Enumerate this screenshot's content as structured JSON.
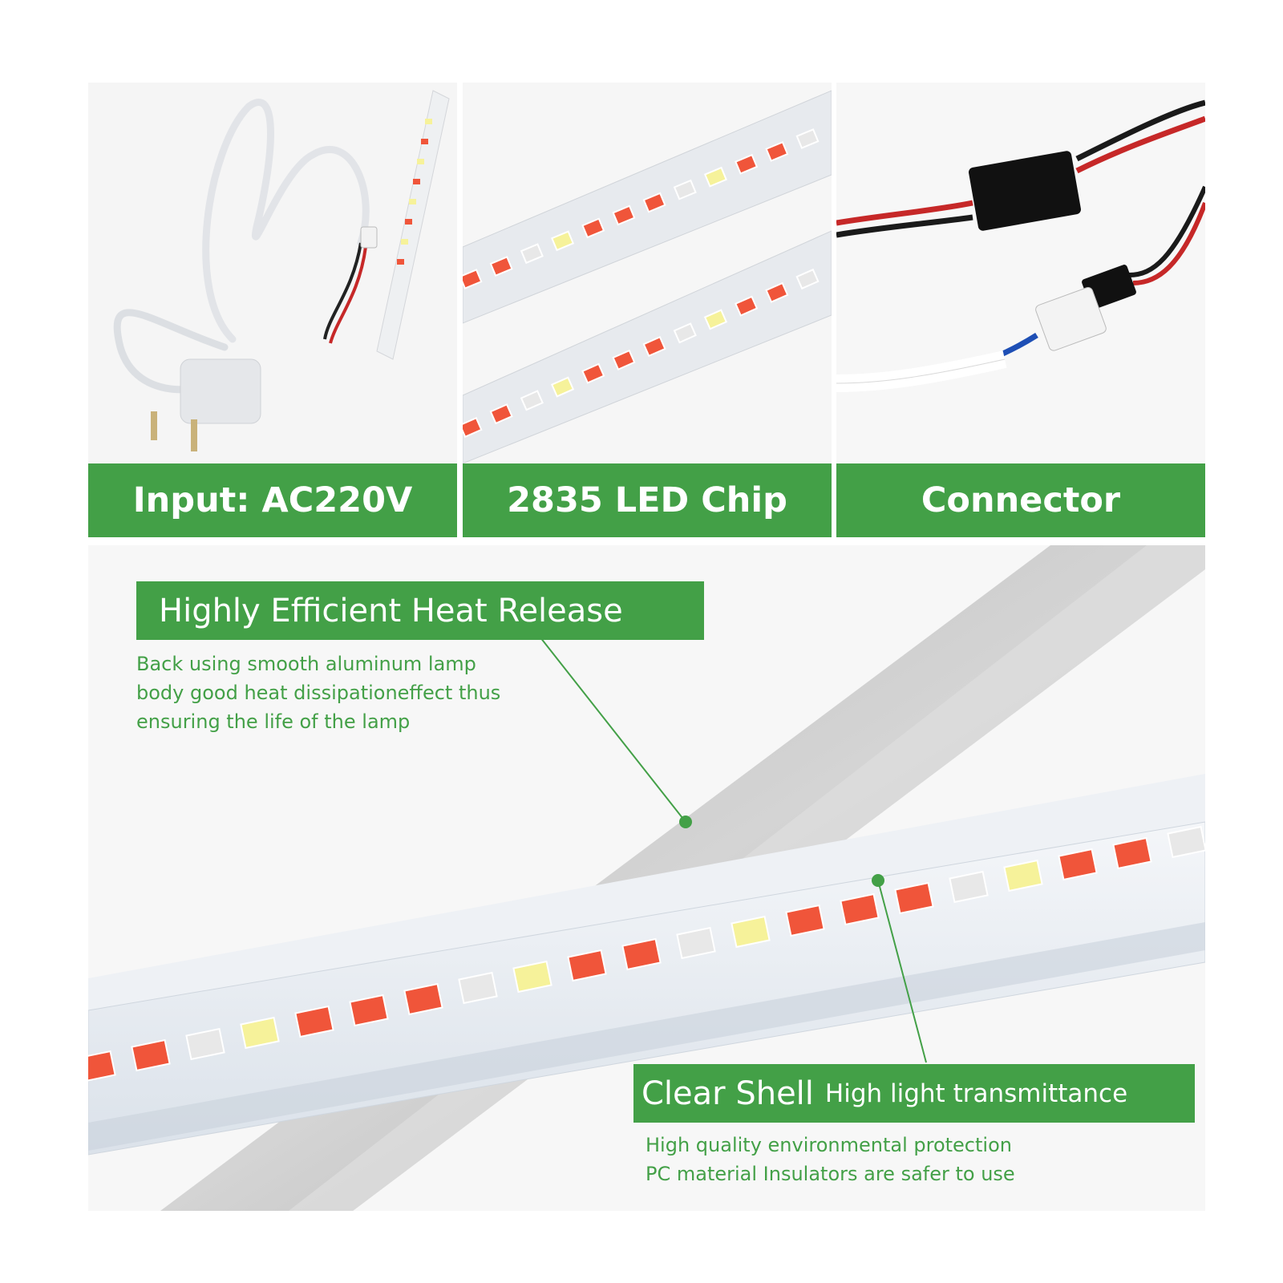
{
  "colors": {
    "accent": "#43a047",
    "led_red": "#f0553a",
    "led_yellow": "#f6f29a",
    "led_white": "#e8e8e8"
  },
  "top_panels": [
    {
      "banner": "Input: AC220V",
      "icon": "power-cord-plug-image"
    },
    {
      "banner": "2835 LED Chip",
      "icon": "led-chip-strip-image"
    },
    {
      "banner": "Connector",
      "icon": "wire-connector-image"
    }
  ],
  "features": {
    "heat": {
      "title": "Highly Efficient Heat Release",
      "description": "Back using smooth aluminum lamp\nbody good heat dissipationeffect thus\nensuring the life of the lamp"
    },
    "shell": {
      "title": "Clear Shell",
      "subtitle": "High light transmittance",
      "description": "High quality environmental protection\nPC material Insulators are safer to use"
    }
  }
}
